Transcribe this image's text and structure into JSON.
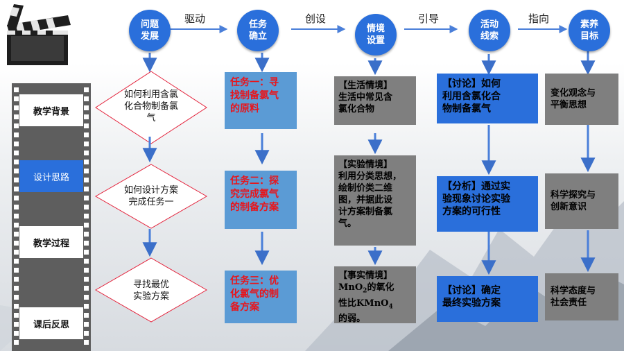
{
  "header": {
    "circles": [
      "问题\n发展",
      "任务\n确立",
      "情境\n设置",
      "活动\n线索",
      "素养\n目标"
    ],
    "verbs": [
      "驱动",
      "创设",
      "引导",
      "指向"
    ]
  },
  "sidebar": {
    "items": [
      {
        "label": "教学背景"
      },
      {
        "label": "设计思路"
      },
      {
        "label": "教学过程"
      },
      {
        "label": "课后反思"
      }
    ]
  },
  "questions": [
    "如何利用含氯\n化合物制备氯\n气",
    "如何设计方案\n完成任务一",
    "寻找最优\n实验方案"
  ],
  "tasks": [
    "任务一：寻\n找制备氯气\n的原料",
    "任务二：探\n究完成氯气\n的制备方案",
    "任务三：优\n化氯气的制\n备方案"
  ],
  "scenes": {
    "s1": "【生活情境】\n生活中常见含\n氯化合物",
    "s2": "【实验情境】\n利用分类思想，\n绘制价类二维\n图，并据此设\n计方案制备氯\n气。",
    "s3_title": "【事实情境】",
    "s3_mno": "MnO",
    "s3_sub2": "2",
    "s3_mid": "的氧化",
    "s3_line2a": "性比KMnO",
    "s3_sub4": "4",
    "s3_line3": "的弱。"
  },
  "activities": [
    "【讨论】如何\n利用含氯化合\n物制备氯气",
    "【分析】通过实\n验现象讨论实验\n方案的可行性",
    "【讨论】确定\n最终实验方案"
  ],
  "literacy": [
    "变化观念与\n平衡思想",
    "科学探究与\n创新意识",
    "科学态度与\n社会责任"
  ],
  "colors": {
    "accent": "#2a6fdb",
    "task_bg": "#5b9bd5",
    "task_text": "#e8151b",
    "gray": "#7f7f7f"
  }
}
